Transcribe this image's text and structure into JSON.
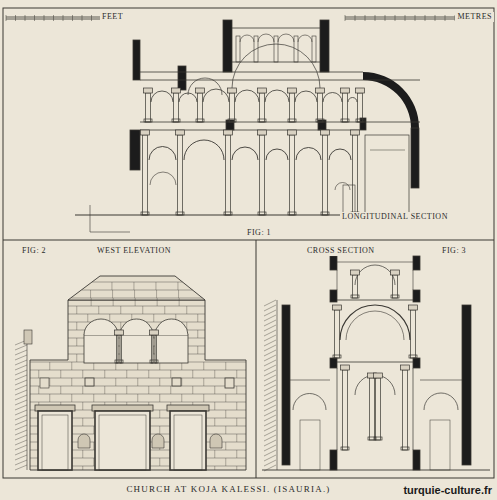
{
  "diagram": {
    "caption": "CHURCH AT KOJA KALESSI. (ISAURIA.)",
    "labels": [
      "FEET",
      "METRES",
      "LONGITUDINAL SECTION",
      "FIG: 1",
      "FIG: 2",
      "WEST ELEVATION",
      "CROSS SECTION",
      "FIG: 3",
      "turquie-culture.fr"
    ]
  }
}
